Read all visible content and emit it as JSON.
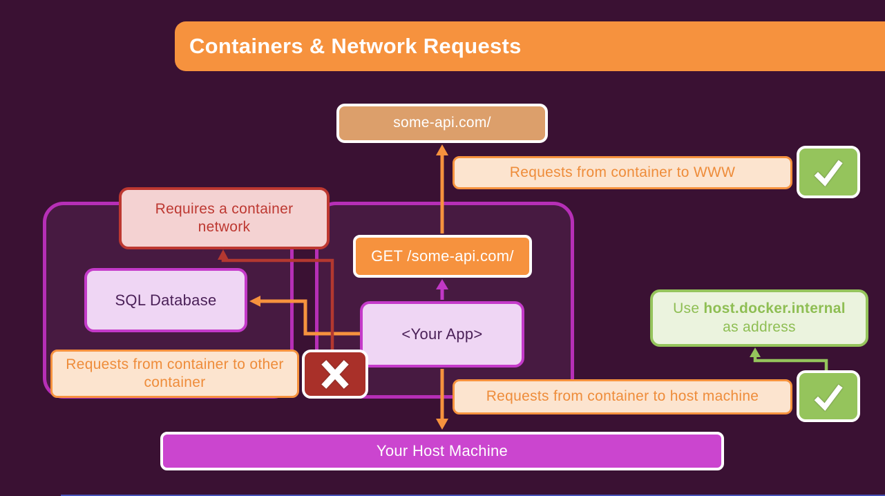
{
  "title": "Containers & Network Requests",
  "nodes": {
    "some_api": "some-api.com/",
    "get_request": "GET /some-api.com/",
    "your_app": "<Your App>",
    "sql_database": "SQL Database",
    "requires_network": "Requires a container network",
    "host_machine": "Your Host Machine",
    "green_note_prefix": "Use",
    "green_note_bold": "host.docker.internal",
    "green_note_suffix": "as address"
  },
  "labels": {
    "to_www": "Requests from container to WWW",
    "to_other_container": "Requests from container to other container",
    "to_host": "Requests from container to host machine"
  },
  "icons": {
    "allowed": "checkmark-icon",
    "blocked": "cross-icon"
  },
  "colors": {
    "background": "#3a1133",
    "accent_orange": "#f6923e",
    "accent_magenta": "#c43ac9",
    "accent_green": "#95c45c",
    "accent_red": "#b13129",
    "container_outline": "#b62fb6"
  }
}
